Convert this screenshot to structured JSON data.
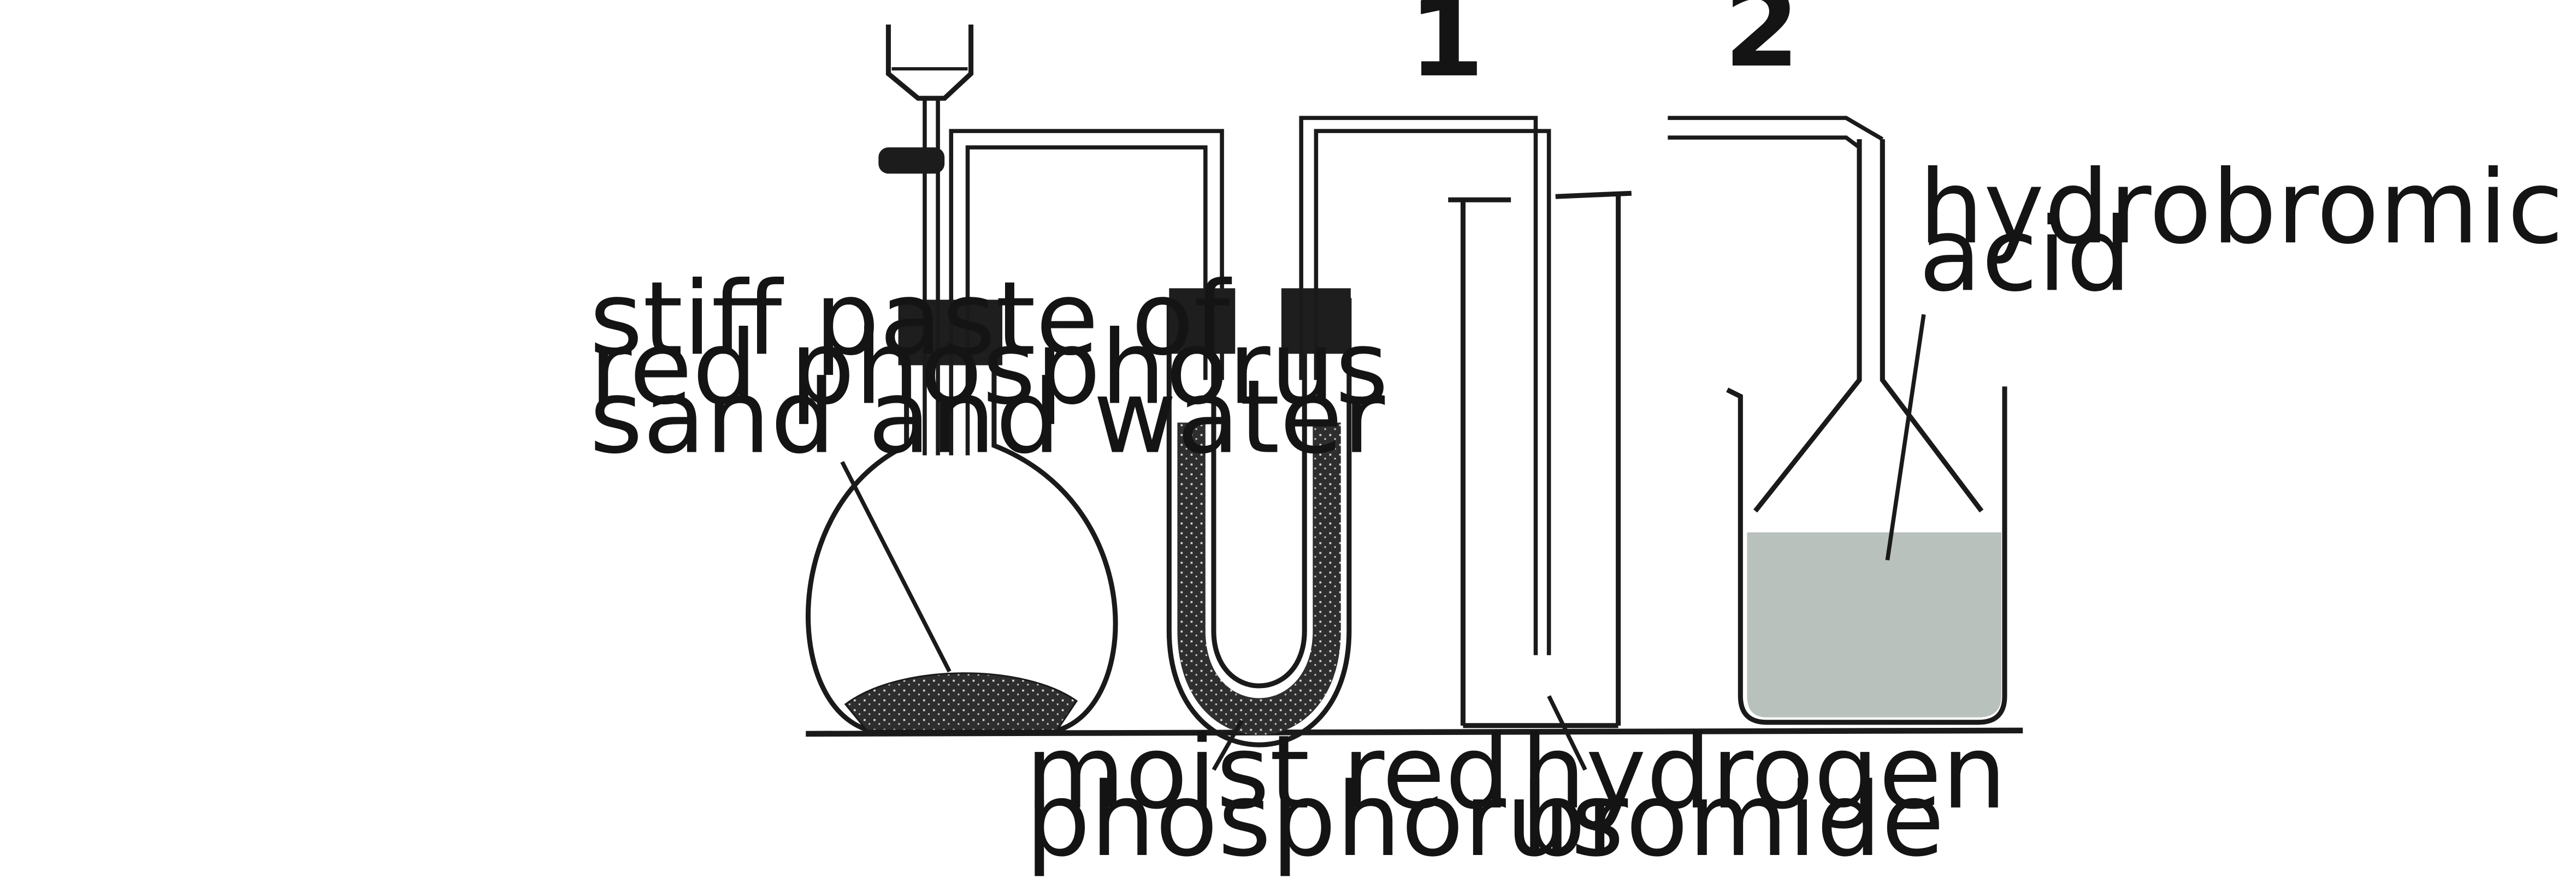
{
  "labels": {
    "stiff_paste": [
      "stiff paste of",
      "red phosphorus",
      "sand and water"
    ],
    "moist_red_phosphorus": [
      "moist red",
      "phosphorus"
    ],
    "hydrogen_bromide": [
      "hydrogen",
      "bromide"
    ],
    "hydrobromic_acid": [
      "hydrobromic",
      "acid"
    ],
    "marker_1": "1",
    "marker_2": "2"
  },
  "colors": {
    "ink": "#1a1a1a",
    "solid_fill": "#2a2a2a",
    "liquid": "#b9c1bc",
    "background": "#ffffff"
  }
}
